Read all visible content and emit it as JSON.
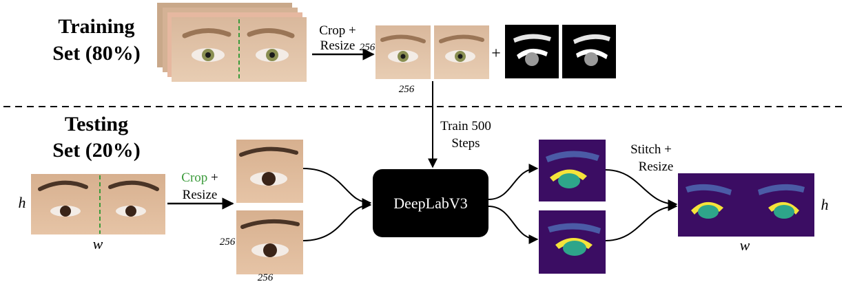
{
  "training": {
    "title_line1": "Training",
    "title_line2": "Set (80%)",
    "crop_line1": "Crop +",
    "crop_line2": "Resize",
    "size_side": "256",
    "size_bottom": "256",
    "plus": "+"
  },
  "testing": {
    "title_line1": "Testing",
    "title_line2": "Set (20%)",
    "crop_word": "Crop",
    "crop_rest": " +",
    "resize": "Resize",
    "h_label": "h",
    "w_label": "w",
    "size_side": "256",
    "size_bottom": "256"
  },
  "train_steps": {
    "line1": "Train 500",
    "line2": "Steps"
  },
  "model": {
    "label": "DeepLabV3"
  },
  "stitch": {
    "line1": "Stitch +",
    "line2": "Resize"
  },
  "output": {
    "h_label": "h",
    "w_label": "w"
  },
  "colors": {
    "crop_accent": "#3a9a3a",
    "divider_dash": "#3a9a3a",
    "mask_bg": "#3b0d63",
    "mask_brow": "#4b5ba6",
    "mask_sclera": "#f5e33a",
    "mask_iris": "#2ea58a",
    "model_box": "#000000",
    "skin": "#e2c3a8"
  },
  "icons": {
    "face_stack": "face-photo-stack-icon",
    "eye_crop": "eye-crop-photo-icon",
    "seg_mask": "segmentation-mask-icon"
  }
}
